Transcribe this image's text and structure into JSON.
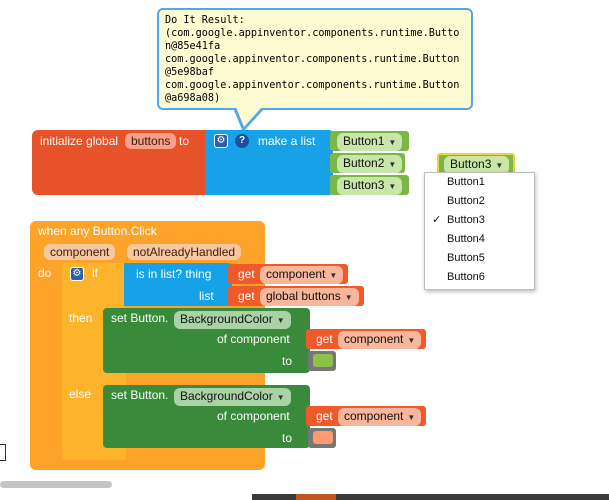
{
  "tooltip": {
    "lines": [
      "Do It Result:",
      "(com.google.appinventor.components.runtime.Button@85e41fa",
      "com.google.appinventor.components.runtime.Button@5e98baf",
      "com.google.appinventor.components.runtime.Button@a698a08)"
    ]
  },
  "init_block": {
    "label": "initialize global",
    "var_name": "buttons",
    "to_label": "to",
    "list_label": "make a list",
    "items": [
      "Button1",
      "Button2",
      "Button3"
    ]
  },
  "floating_block": {
    "value": "Button3"
  },
  "dropdown_menu": {
    "items": [
      "Button1",
      "Button2",
      "Button3",
      "Button4",
      "Button5",
      "Button6"
    ],
    "selected": "Button3",
    "check": "✓"
  },
  "event_block": {
    "title": "when any Button.Click",
    "param1": "component",
    "param2": "notAlreadyHandled",
    "do_label": "do",
    "if_label": "if",
    "then_label": "then",
    "else_label": "else",
    "is_in_list": "is in list? thing",
    "list_label": "list",
    "get_label": "get",
    "get_component": "component",
    "get_global": "global buttons",
    "set1": {
      "prefix": "set Button.",
      "property": "BackgroundColor",
      "of_component": "of component",
      "to": "to",
      "get_label": "get",
      "component": "component",
      "color": "#8bc34a"
    },
    "set2": {
      "prefix": "set Button.",
      "property": "BackgroundColor",
      "of_component": "of component",
      "to": "to",
      "get_label": "get",
      "component": "component",
      "color": "#ff9a73"
    }
  }
}
